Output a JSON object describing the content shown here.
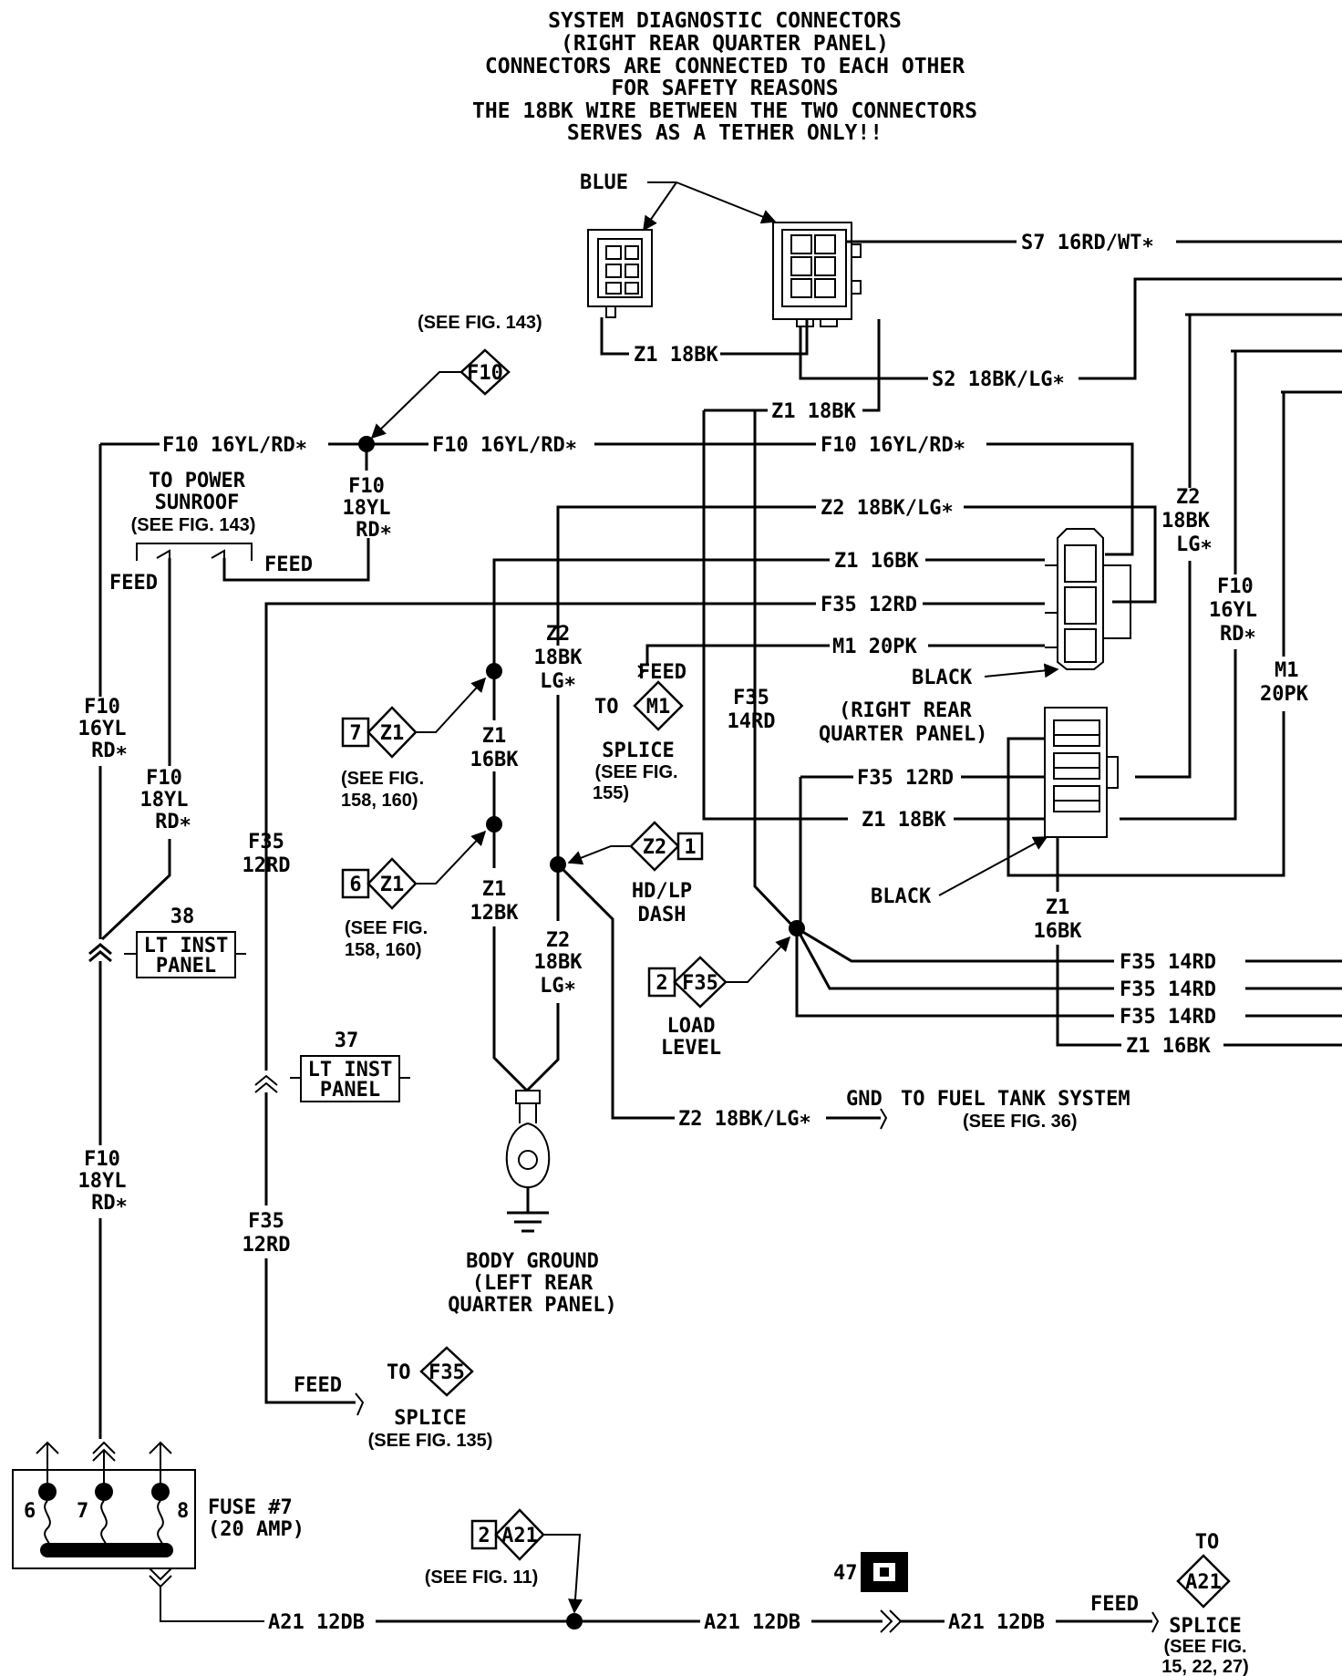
{
  "header": [
    "SYSTEM DIAGNOSTIC CONNECTORS",
    "(RIGHT REAR QUARTER PANEL)",
    "CONNECTORS ARE CONNECTED TO EACH OTHER",
    "FOR SAFETY REASONS",
    "THE 18BK WIRE BETWEEN THE TWO CONNECTORS",
    "SERVES AS A TETHER ONLY!!"
  ],
  "labels": {
    "blue": "BLUE",
    "s7": "S7 16RD/WT∗",
    "z1_18bk_a": "Z1 18BK",
    "s2": "S2 18BK/LG∗",
    "z1_18bk_b": "Z1 18BK",
    "see143_top": "(SEE FIG. 143)",
    "f10_left": "F10 16YL/RD∗",
    "f10_mid": "F10 16YL/RD∗",
    "f10_right": "F10 16YL/RD∗",
    "z2_18bklg_top": "Z2 18BK/LG∗",
    "z1_16bk_r": "Z1 16BK",
    "f35_12rd_r": "F35 12RD",
    "m1_20pk_r": "M1 20PK",
    "black1": "BLACK",
    "rrqp1": "(RIGHT REAR",
    "rrqp2": "QUARTER PANEL)",
    "f35_12rd_r2": "F35 12RD",
    "z1_18bk_r2": "Z1 18BK",
    "black2": "BLACK",
    "z1_16bk_conn_1": "Z1",
    "z1_16bk_conn_2": "16BK",
    "f35_14rd_1": "F35 14RD",
    "f35_14rd_2": "F35 14RD",
    "f35_14rd_3": "F35 14RD",
    "z1_16bk_out": "Z1 16BK",
    "z2_v_1": "Z2",
    "z2_v_2": "18BK",
    "z2_v_3": "LG∗",
    "f10_v_1": "F10",
    "f10_v_2": "16YL",
    "f10_v_3": "RD∗",
    "m1_v_1": "M1",
    "m1_v_2": "20PK",
    "to_power_1": "TO POWER",
    "to_power_2": "SUNROOF",
    "see143_sun": "(SEE FIG. 143)",
    "feed_sun_r": "FEED",
    "feed_sun_l": "FEED",
    "f10_18yl_c1": "F10",
    "f10_18yl_c2": "18YL",
    "f10_18yl_c3": "RD∗",
    "f10_left_v1": "F10",
    "f10_left_v2": "16YL",
    "f10_left_v3": "RD∗",
    "f10_18_l1": "F10",
    "f10_18_l2": "18YL",
    "f10_18_l3": "RD∗",
    "f35_v_l1": "F35",
    "f35_v_l2": "12RD",
    "c38": "38",
    "lt_inst_1": "LT INST",
    "lt_inst_2": "PANEL",
    "c37": "37",
    "lt_inst2_1": "LT INST",
    "lt_inst2_2": "PANEL",
    "f10_bot_1": "F10",
    "f10_bot_2": "18YL",
    "f10_bot_3": "RD∗",
    "f35_bot_1": "F35",
    "f35_bot_2": "12RD",
    "feed_f35": "FEED",
    "to_f35": "TO",
    "splice_f35": "SPLICE",
    "see135": "(SEE FIG. 135)",
    "z2_mid_1": "Z2",
    "z2_mid_2": "18BK",
    "z2_mid_3": "LG∗",
    "feed_m1": "FEED",
    "to_m1": "TO",
    "splice_m1": "SPLICE",
    "see155_1": "(SEE FIG.",
    "see155_2": "155)",
    "f35_14rd_v1": "F35",
    "f35_14rd_v2": "14RD",
    "z1_16bk_v1": "Z1",
    "z1_16bk_v2": "16BK",
    "z1_12bk_v1": "Z1",
    "z1_12bk_v2": "12BK",
    "see158a_1": "(SEE FIG.",
    "see158a_2": "158, 160)",
    "see158b_1": "(SEE FIG.",
    "see158b_2": "158, 160)",
    "hdlp_1": "HD/LP",
    "hdlp_2": "DASH",
    "z2_low_1": "Z2",
    "z2_low_2": "18BK",
    "z2_low_3": "LG∗",
    "load_1": "LOAD",
    "load_2": "LEVEL",
    "z2_gnd": "Z2 18BK/LG∗",
    "gnd": "GND",
    "fuel": "TO FUEL TANK SYSTEM",
    "see36": "(SEE FIG. 36)",
    "bg_1": "BODY GROUND",
    "bg_2": "(LEFT REAR",
    "bg_3": "QUARTER PANEL)",
    "fuse_1": "FUSE #7",
    "fuse_2": "(20 AMP)",
    "f6": "6",
    "f7": "7",
    "f8": "8",
    "a21_1": "A21 12DB",
    "a21_2": "A21 12DB",
    "a21_3": "A21 12DB",
    "see11": "(SEE FIG. 11)",
    "c47": "47",
    "feed_a21": "FEED",
    "to_a21": "TO",
    "splice_a21": "SPLICE",
    "see15_1": "(SEE FIG.",
    "see15_2": "15, 22, 27)"
  },
  "tags": {
    "f10": "F10",
    "z1_7": "Z1",
    "z1_7_num": "7",
    "z1_6": "Z1",
    "z1_6_num": "6",
    "m1": "M1",
    "z2": "Z2",
    "z2_num": "1",
    "f35_load": "F35",
    "f35_load_num": "2",
    "f35_splice": "F35",
    "a21_in": "A21",
    "a21_in_num": "2",
    "a21_out": "A21"
  }
}
